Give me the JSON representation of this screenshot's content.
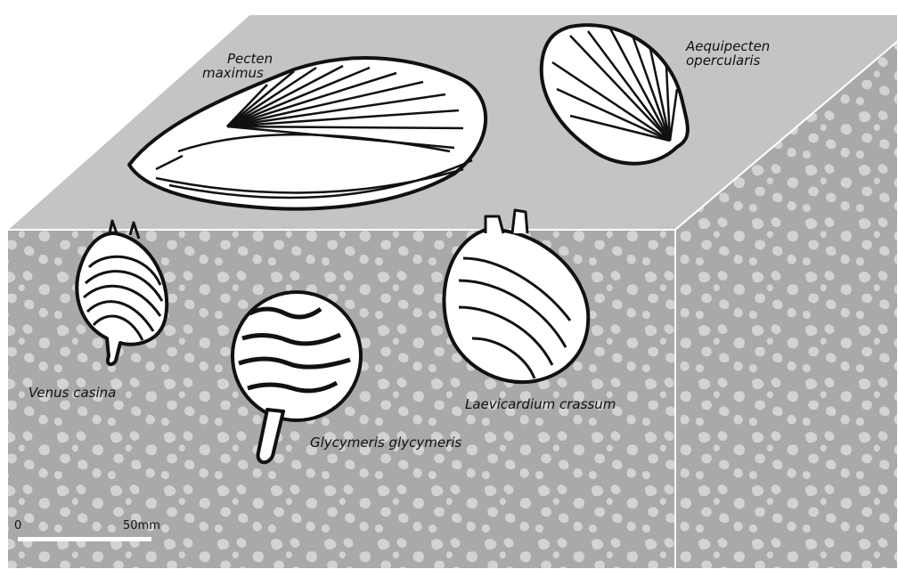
{
  "colors": {
    "top_face": "#c4c4c4",
    "side_face": "#a9a9a9",
    "mottle_light": "#d2d2d2",
    "shell_fill": "#ffffff",
    "ink": "#111111"
  },
  "specimens": [
    {
      "id": "pecten",
      "line1": "Pecten",
      "line2": "maximus"
    },
    {
      "id": "aequipecten",
      "line1": "Aequipecten",
      "line2": "opercularis"
    },
    {
      "id": "venus",
      "line1": "Venus casina"
    },
    {
      "id": "laevicardium",
      "line1": "Laevicardium crassum"
    },
    {
      "id": "glycymeris",
      "line1": "Glycymeris glycymeris"
    }
  ],
  "scale_bar": {
    "start_label": "0",
    "end_label": "50mm"
  }
}
